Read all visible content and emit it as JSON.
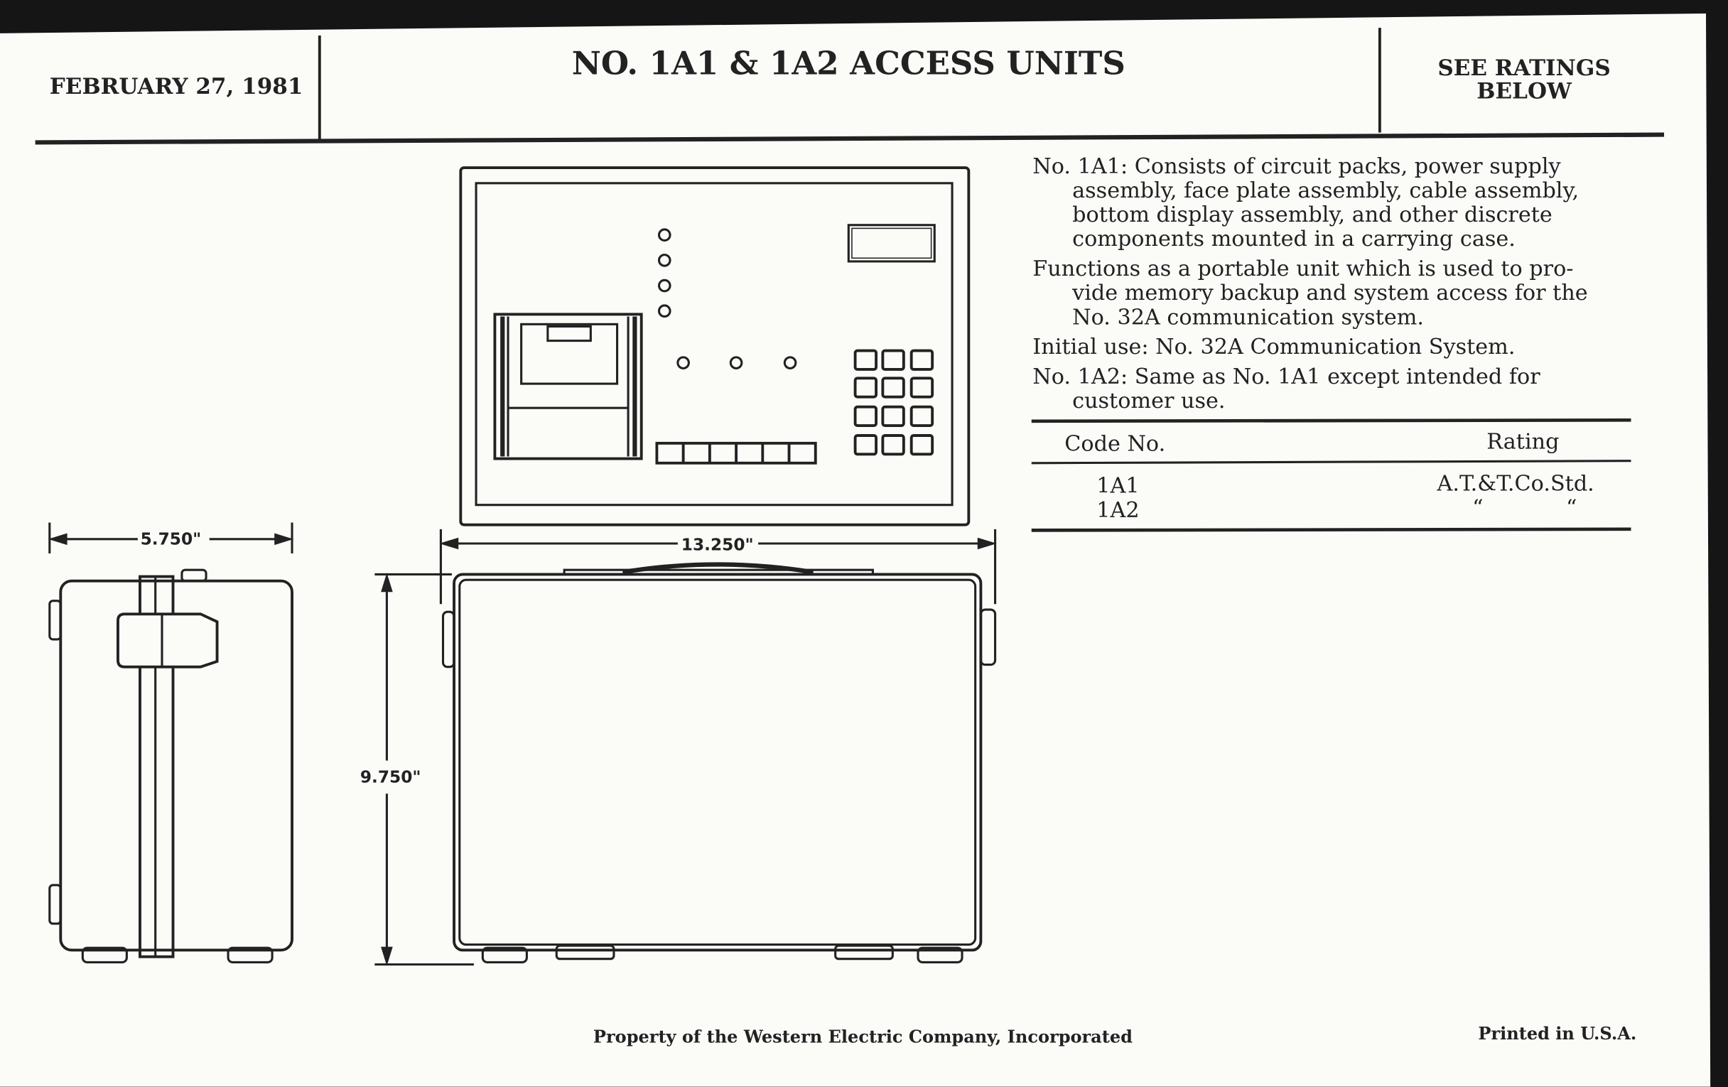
{
  "header": {
    "date": "FEBRUARY 27, 1981",
    "title": "NO. 1A1 & 1A2 ACCESS UNITS",
    "ratings_line1": "SEE RATINGS",
    "ratings_line2": "BELOW"
  },
  "description": {
    "p1": [
      "No. 1A1: Consists of circuit packs, power supply",
      "assembly, face plate assembly, cable assembly,",
      "bottom display assembly, and other discrete",
      "components mounted in a carrying case."
    ],
    "p2": [
      "Functions as a portable unit which is used to pro-",
      "vide memory backup and system access for the",
      "No. 32A communication system."
    ],
    "p3": [
      "Initial use: No. 32A Communication System."
    ],
    "p4": [
      "No. 1A2: Same as No. 1A1 except intended for",
      "customer use."
    ]
  },
  "table": {
    "headers": [
      "Code No.",
      "Rating"
    ],
    "rows": [
      {
        "code": "1A1",
        "rating": "A.T.&T.Co.Std.",
        "ditto": [
          "",
          ""
        ]
      },
      {
        "code": "1A2",
        "rating": "",
        "ditto": [
          "“",
          "“"
        ]
      }
    ]
  },
  "drawing": {
    "width_dim": "5.750\"",
    "length_dim": "13.250\"",
    "height_dim": "9.750\""
  },
  "footer": {
    "property": "Property of the Western Electric Company, Incorporated",
    "printed": "Printed in U.S.A."
  }
}
